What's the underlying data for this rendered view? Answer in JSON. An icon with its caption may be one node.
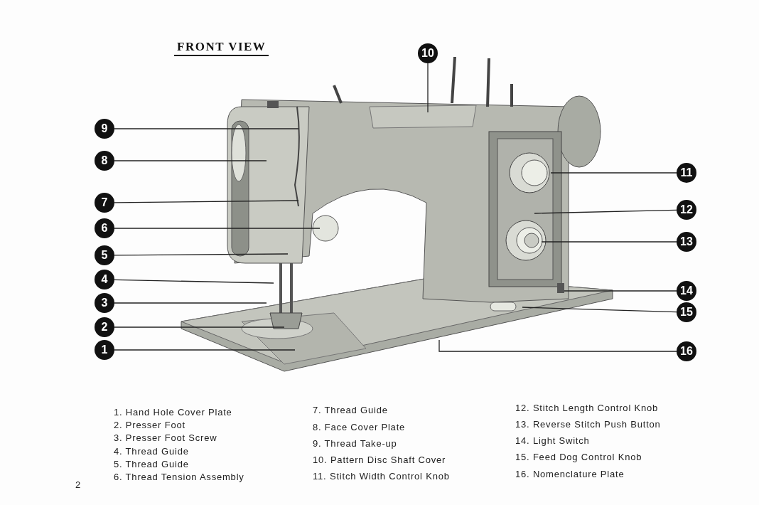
{
  "diagram": {
    "title": "FRONT VIEW",
    "nodes": [
      {
        "text": [
          "1"
        ]
      },
      {
        "text": [
          "2"
        ]
      },
      {
        "text": [
          "3"
        ]
      },
      {
        "text": [
          "4"
        ]
      },
      {
        "text": [
          "5"
        ]
      },
      {
        "text": [
          "6"
        ]
      },
      {
        "text": [
          "7"
        ]
      },
      {
        "text": [
          "8"
        ]
      },
      {
        "text": [
          "9"
        ]
      },
      {
        "text": [
          "10"
        ]
      },
      {
        "text": [
          "11"
        ]
      },
      {
        "text": [
          "12"
        ]
      },
      {
        "text": [
          "13"
        ]
      },
      {
        "text": [
          "14"
        ]
      },
      {
        "text": [
          "15"
        ]
      },
      {
        "text": [
          "16"
        ]
      }
    ],
    "edges": [
      {
        "from": 0,
        "to": null,
        "arrow": "none"
      },
      {
        "from": 1,
        "to": null,
        "arrow": "none"
      },
      {
        "from": 2,
        "to": null,
        "arrow": "none"
      },
      {
        "from": 3,
        "to": null,
        "arrow": "none"
      },
      {
        "from": 4,
        "to": null,
        "arrow": "none"
      },
      {
        "from": 5,
        "to": null,
        "arrow": "none"
      },
      {
        "from": 6,
        "to": null,
        "arrow": "none"
      },
      {
        "from": 7,
        "to": null,
        "arrow": "none"
      },
      {
        "from": 8,
        "to": null,
        "arrow": "none"
      },
      {
        "from": 9,
        "to": null,
        "arrow": "none"
      },
      {
        "from": 10,
        "to": null,
        "arrow": "none"
      },
      {
        "from": 11,
        "to": null,
        "arrow": "none"
      },
      {
        "from": 12,
        "to": null,
        "arrow": "none"
      },
      {
        "from": 13,
        "to": null,
        "arrow": "none"
      },
      {
        "from": 14,
        "to": null,
        "arrow": "none"
      },
      {
        "from": 15,
        "to": null,
        "arrow": "none"
      }
    ],
    "labels": [
      "1. Hand Hole Cover Plate",
      "2. Presser Foot",
      "3. Presser Foot Screw",
      "4. Thread Guide",
      "5. Thread Guide",
      "6. Thread Tension Assembly",
      "7. Thread Guide",
      "8. Face Cover Plate",
      "9. Thread Take-up",
      "10. Pattern Disc Shaft Cover",
      "11. Stitch Width Control Knob",
      "12. Stitch Length Control Knob",
      "13. Reverse Stitch Push Button",
      "14. Light Switch",
      "15. Feed Dog Control Knob",
      "16. Nomenclature Plate",
      "2"
    ]
  }
}
